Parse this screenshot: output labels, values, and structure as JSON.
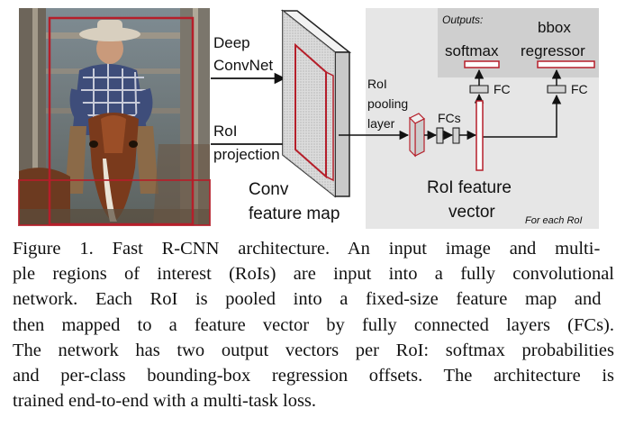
{
  "diagram": {
    "outputs_label": "Outputs:",
    "softmax_label": "softmax",
    "bbox_label_line1": "bbox",
    "bbox_label_line2": "regressor",
    "fc_left_label": "FC",
    "fc_right_label": "FC",
    "fcs_label": "FCs",
    "roi_pooling_line1": "RoI",
    "roi_pooling_line2": "pooling",
    "roi_pooling_line3": "layer",
    "deep_convnet_line1": "Deep",
    "deep_convnet_line2": "ConvNet",
    "roi_projection_line1": "RoI",
    "roi_projection_line2": "projection",
    "conv_feature_map_line1": "Conv",
    "conv_feature_map_line2": "feature map",
    "roi_feature_vector_line1": "RoI feature",
    "roi_feature_vector_line2": "vector",
    "for_each_roi_label": "For each RoI",
    "colors": {
      "roi_red": "#b51f2a",
      "head_panel": "#e6e6e6",
      "outputs_panel": "#cfcfcf",
      "feature_map_face": "#d8d8d8"
    }
  },
  "caption": {
    "lines": [
      "Figure 1. Fast R-CNN architecture.  An input image and multi-",
      "ple regions of interest (RoIs) are input into a fully convolutional",
      "network.  Each RoI is pooled into a fixed-size feature map and",
      "then mapped to a feature vector by fully connected layers (FCs).",
      "The network has two output vectors per RoI: softmax probabilities",
      "and per-class bounding-box regression offsets. The architecture is",
      "trained end-to-end with a multi-task loss."
    ]
  }
}
